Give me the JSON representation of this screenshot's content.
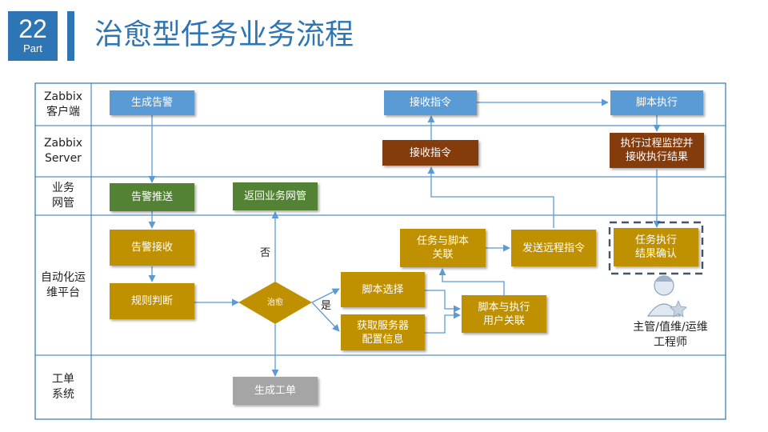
{
  "header": {
    "part_number": "22",
    "part_label": "Part",
    "title": "治愈型任务业务流程"
  },
  "lanes": [
    {
      "label": "Zabbix\n客户端"
    },
    {
      "label": "Zabbix\nServer"
    },
    {
      "label": "业务\n网管"
    },
    {
      "label": "自动化运\n维平台"
    },
    {
      "label": "工单\n系统"
    }
  ],
  "nodes": {
    "generate_alert": "生成告警",
    "receive_cmd_client": "接收指令",
    "script_exec": "脚本执行",
    "receive_cmd_server": "接收指令",
    "monitor_exec": "执行过程监控并\n接收执行结果",
    "alert_push": "告警推送",
    "return_nms": "返回业务网管",
    "alert_receive": "告警接收",
    "rule_judge": "规则判断",
    "decision": "治愈",
    "script_select": "脚本选择",
    "get_server_info": "获取服务器\n配置信息",
    "script_user_link": "脚本与执行\n用户关联",
    "task_script_link": "任务与脚本\n关联",
    "send_remote_cmd": "发送远程指令",
    "task_confirm": "任务执行\n结果确认",
    "generate_ticket": "生成工单"
  },
  "edge_labels": {
    "no": "否",
    "yes": "是"
  },
  "engineer_label": "主管/值维/运维工程师",
  "colors": {
    "accent": "#2e75b6",
    "blue_node": "#5b9bd5",
    "brown_node": "#843c0c",
    "green_node": "#548235",
    "gold_node": "#bf9000",
    "gray_node": "#a5a5a5"
  }
}
